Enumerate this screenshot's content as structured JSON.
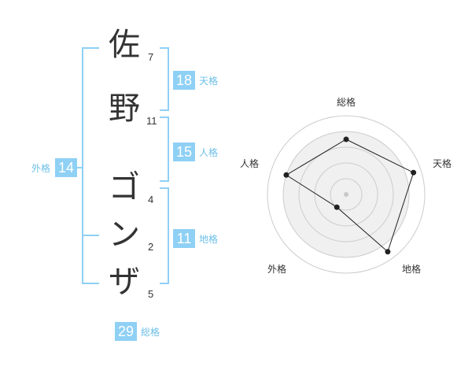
{
  "name": {
    "chars": [
      {
        "char": "佐",
        "strokes": "7"
      },
      {
        "char": "野",
        "strokes": "11"
      },
      {
        "char": "ゴ",
        "strokes": "4"
      },
      {
        "char": "ン",
        "strokes": "2"
      },
      {
        "char": "ザ",
        "strokes": "5"
      }
    ]
  },
  "fortune": {
    "tenkaku": {
      "value": "18",
      "label": "天格"
    },
    "jinkaku": {
      "value": "15",
      "label": "人格"
    },
    "chikaku": {
      "value": "11",
      "label": "地格"
    },
    "gaikaku": {
      "value": "14",
      "label": "外格"
    },
    "soukaku": {
      "value": "29",
      "label": "総格"
    }
  },
  "colors": {
    "accent": "#8fd0f5",
    "accent_text": "#6dbfe8",
    "text": "#333333",
    "ring": "#cccccc",
    "fill": "#f0f0f0"
  },
  "chart_data": {
    "type": "radar",
    "categories": [
      "総格",
      "天格",
      "地格",
      "外格",
      "人格"
    ],
    "values": [
      3.5,
      4.5,
      4.5,
      1.0,
      4.0
    ],
    "range": [
      0,
      5
    ],
    "rings": 5
  }
}
